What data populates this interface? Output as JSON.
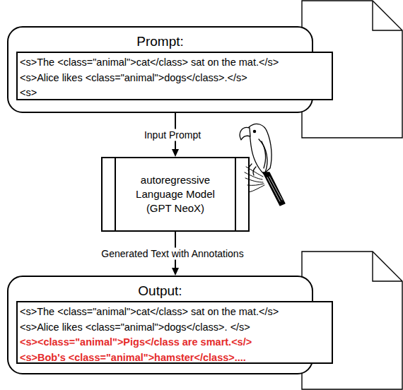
{
  "diagram": {
    "nodes": [
      {
        "text": [
          "Prompt:"
        ]
      },
      {
        "text": [
          "<s>The <class=\"animal\">cat</class> sat on the mat.</s>",
          "<s>Alice likes <class=\"animal\">dogs</class>.</s>",
          "<s>"
        ],
        "in": 0
      },
      {
        "text": [
          "autoregressive Language Model (GPT NeoX)"
        ]
      },
      {
        "text": [
          "Output:"
        ]
      },
      {
        "text": [
          "<s>The <class=\"animal\">cat</class> sat on the mat.</s>",
          "<s>Alice likes <class=\"animal\">dogs</class>. </s>",
          "<s><class=\"animal\">Pigs</class are smart.<s/>",
          "<s>Bob's <class=\"animal\">hamster</class>...."
        ],
        "in": 3
      }
    ],
    "edges": [
      {
        "from": 0,
        "to": 2,
        "label": "Input Prompt",
        "arrow": "to"
      },
      {
        "from": 2,
        "to": 3,
        "label": "Generated Text with Annotations",
        "arrow": "to"
      }
    ]
  }
}
